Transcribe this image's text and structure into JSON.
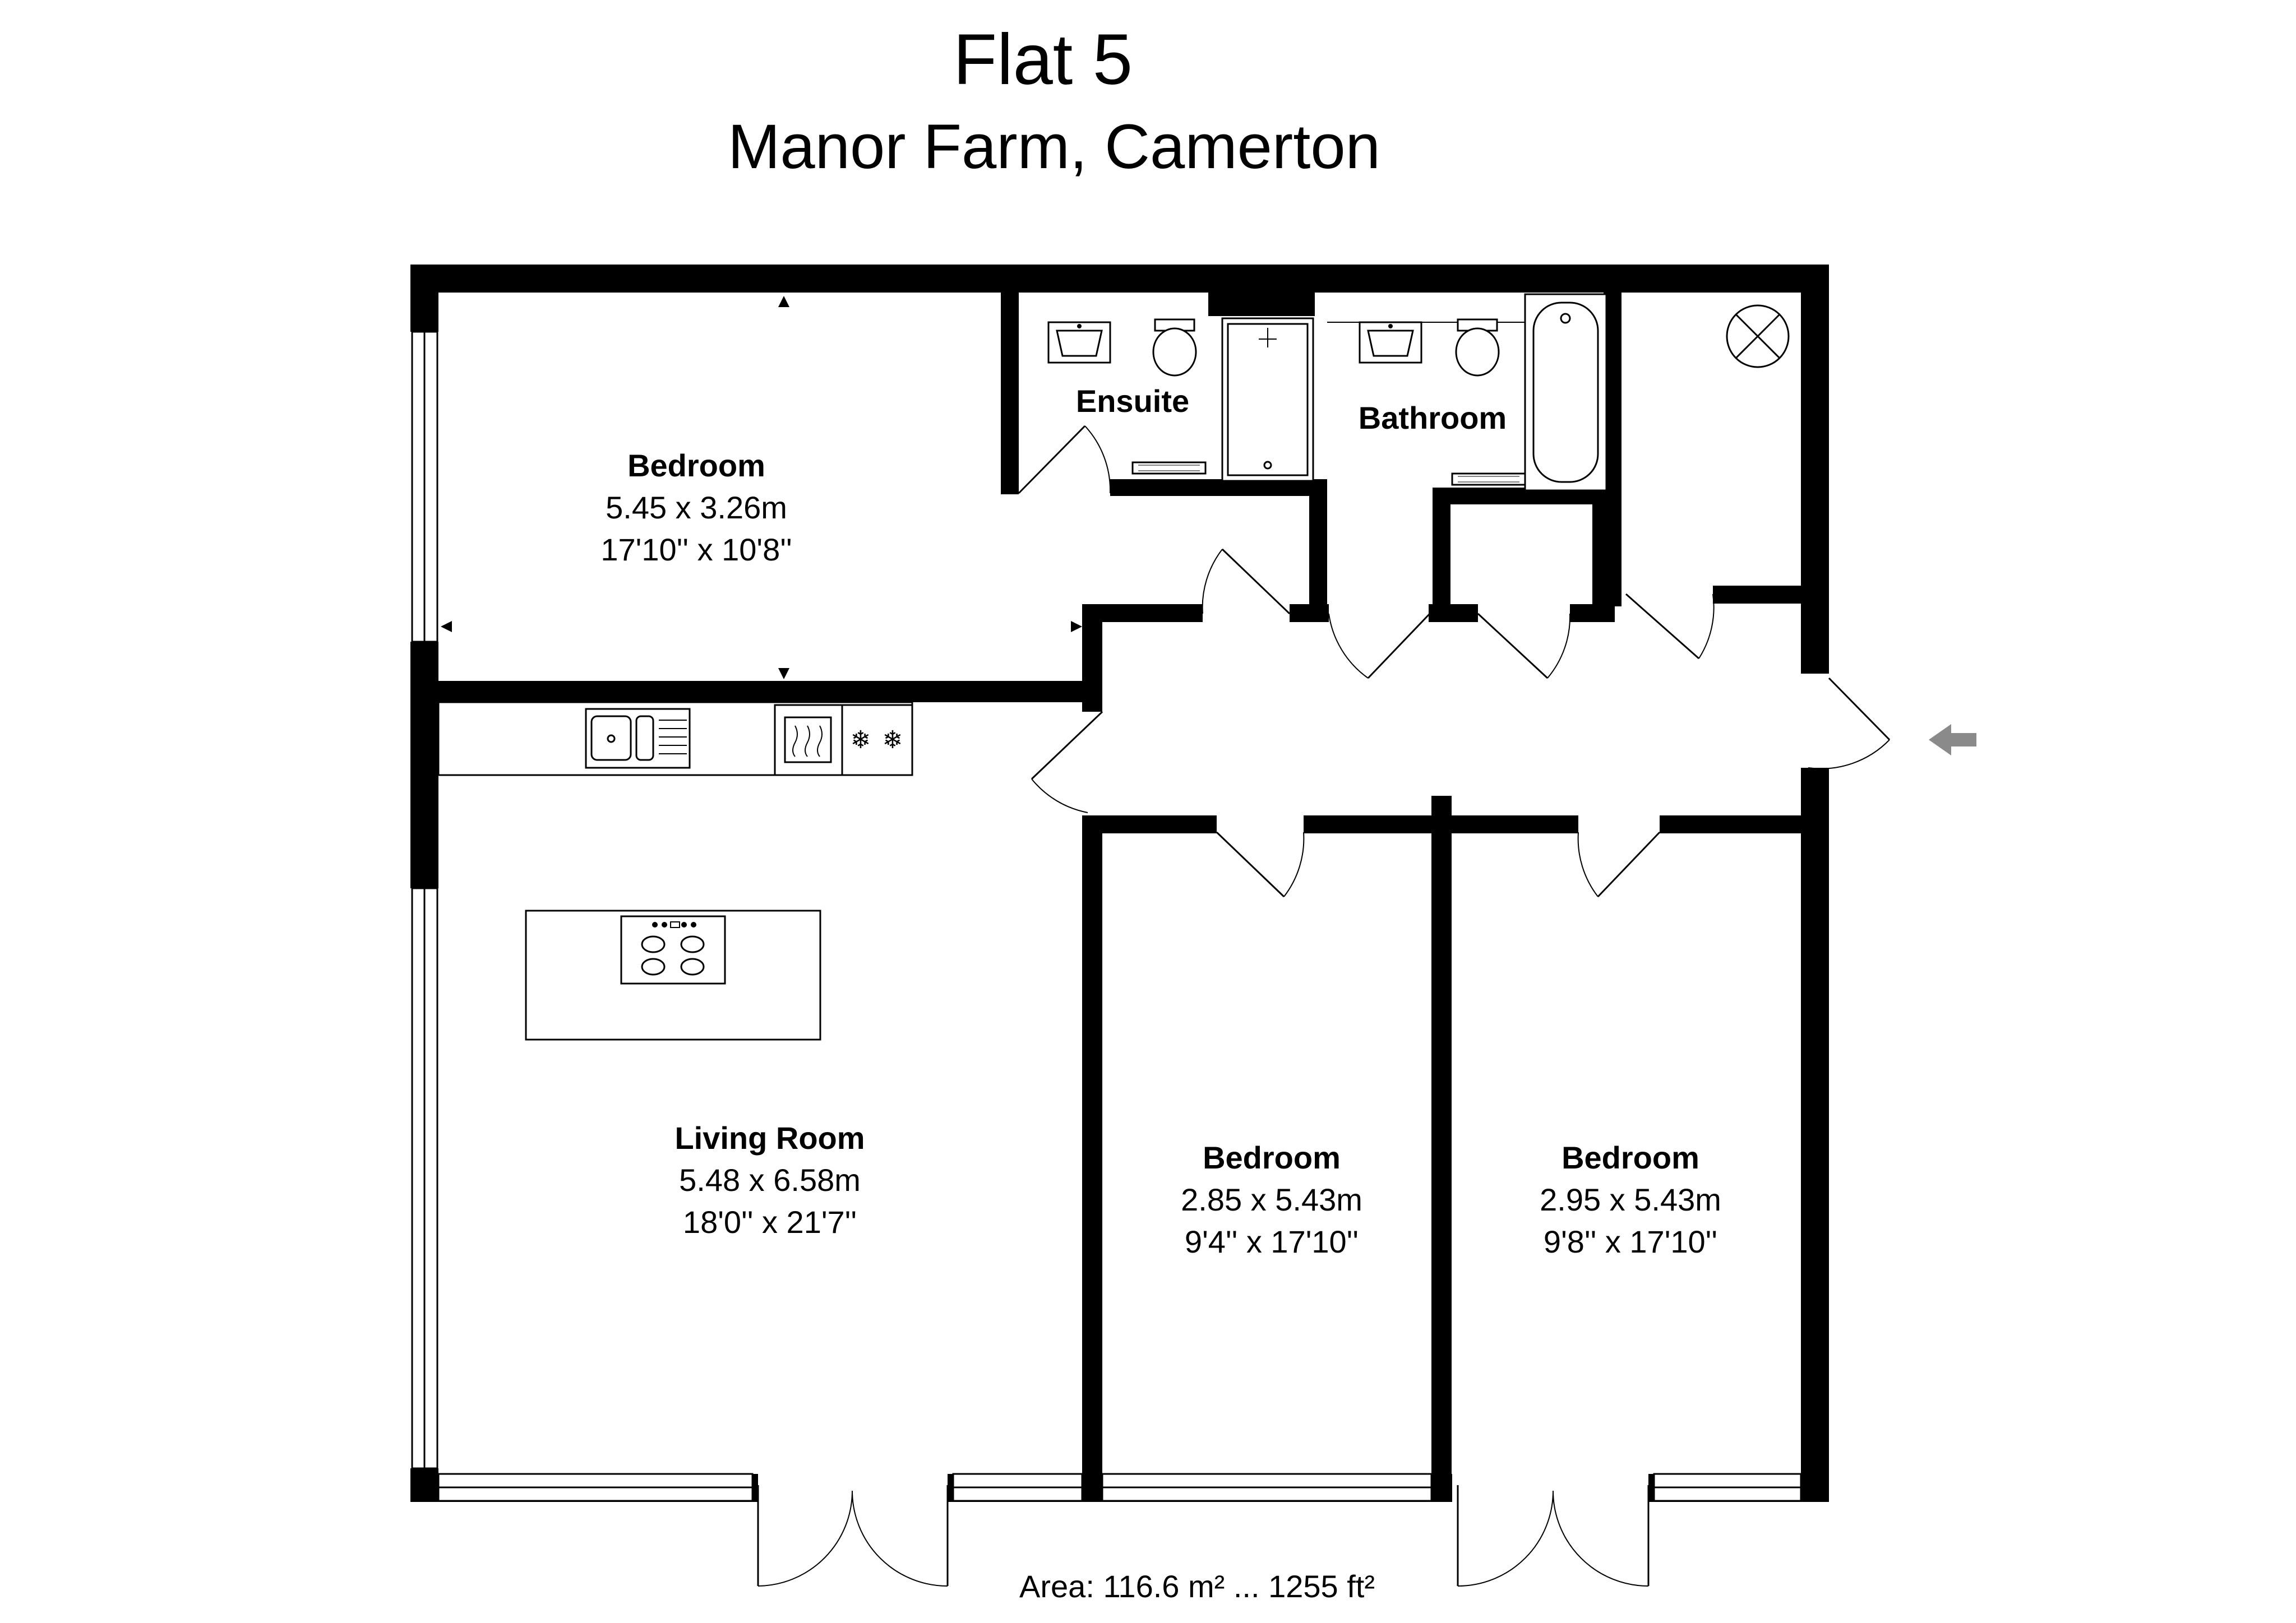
{
  "title": {
    "line1": "Flat 5",
    "line2": "Manor Farm, Camerton"
  },
  "rooms": {
    "bedroom_1": {
      "name": "Bedroom",
      "metric": "5.45 x 3.26m",
      "imperial": "17'10'' x 10'8''"
    },
    "ensuite": {
      "name": "Ensuite"
    },
    "bathroom": {
      "name": "Bathroom"
    },
    "living_room": {
      "name": "Living Room",
      "metric": "5.48 x 6.58m",
      "imperial": "18'0'' x 21'7''"
    },
    "bedroom_2": {
      "name": "Bedroom",
      "metric": "2.85 x 5.43m",
      "imperial": "9'4'' x 17'10''"
    },
    "bedroom_3": {
      "name": "Bedroom",
      "metric": "2.95 x 5.43m",
      "imperial": "9'8'' x 17'10''"
    }
  },
  "area": "Area: 116.6 m² ... 1255 ft²",
  "colors": {
    "wall": "#000000",
    "entrance_arrow": "#8a8a8a",
    "background": "#ffffff"
  },
  "icons": [
    "entrance-arrow-icon",
    "sink-icon",
    "toilet-icon",
    "shower-icon",
    "bath-icon",
    "hob-icon",
    "oven-icon",
    "fridge-icon",
    "boiler-icon"
  ]
}
